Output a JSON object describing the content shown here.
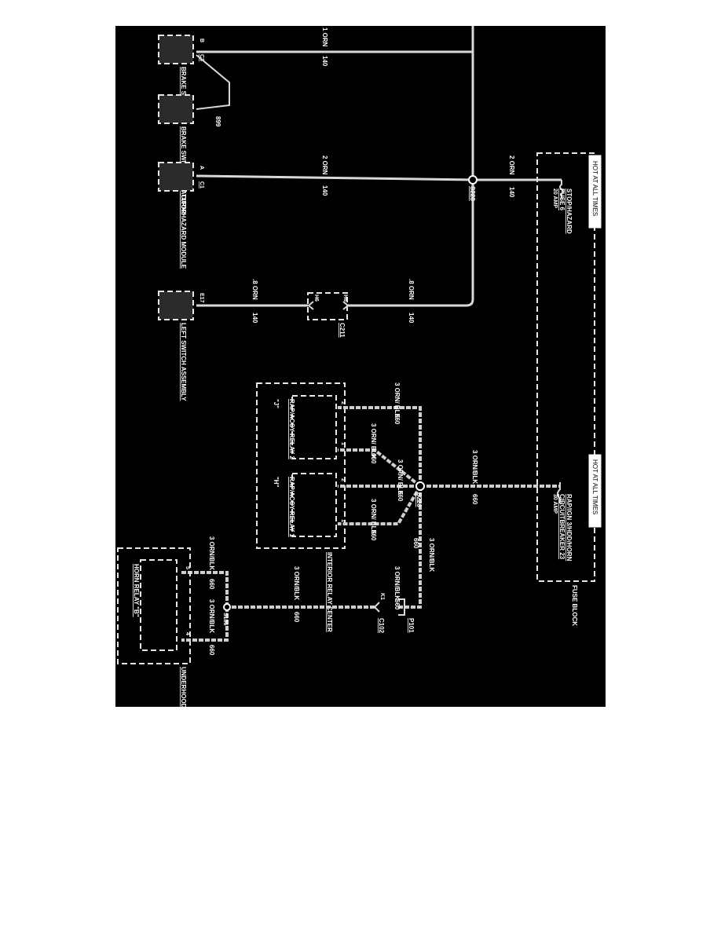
{
  "hot_labels": [
    "HOT AT ALL TIMES",
    "HOT AT ALL TIMES"
  ],
  "fuse_block": {
    "label": "FUSE BLOCK",
    "fuse": {
      "name": "STOP/HAZARD",
      "id": "FUSE 6",
      "rating": "20 AMP"
    },
    "breaker": {
      "name": "RAP/IGN 3/HDD/HORN",
      "id": "CIRCUITBREAKER 23",
      "rating": "30 AMP"
    }
  },
  "components": {
    "brake_switch": {
      "name": "BRAKE SWITCH",
      "pin": "B",
      "connector": "C3"
    },
    "brake_switch_capacitor": {
      "name": "BRAKE SWITCH CAPACITOR"
    },
    "turn_hazard_module": {
      "name": "TURN/HAZARD MODULE",
      "pin": "A",
      "connector": "C1"
    },
    "left_switch_assembly": {
      "name": "LEFT SWITCH ASSEMBLY",
      "pin": "E17"
    },
    "interior_relay_center": {
      "name": "INTERIOR RELAY CENTER"
    },
    "rap_relay_2": {
      "name": "RAP/ACCY RELAY 2",
      "tag": "\"J\"",
      "pin_top": "2",
      "pin_bottom": "1"
    },
    "rap_relay_1": {
      "name": "RAP/ACCY RELAY 1",
      "tag": "\"H\"",
      "pin_top": "2",
      "pin_bottom": "1"
    },
    "underhood_relay_center": {
      "name": "UNDERHOOD RELAY CENTER"
    },
    "horn_relay": {
      "name": "HORN RELAY \"B\"",
      "pin_top": "5",
      "pin_bottom": "4"
    }
  },
  "connectors": {
    "c211": {
      "name": "C211",
      "pin_a": "H6",
      "pin_b": "H6"
    },
    "c102": {
      "name": "C102",
      "pin": "K1"
    },
    "p101": {
      "name": "P101"
    }
  },
  "splices": {
    "s228": "S228",
    "s226": "S226",
    "s106": "S106"
  },
  "wires": {
    "w1": {
      "color": "1 ORN",
      "circuit": "140"
    },
    "w2": {
      "color": "2 ORN",
      "circuit": "140"
    },
    "w3": {
      "color": "2 ORN",
      "circuit": "140"
    },
    "w4": {
      "color": ".8 ORN",
      "circuit": "140"
    },
    "w5": {
      "color": ".8 ORN",
      "circuit": "140"
    },
    "w6": {
      "circuit": "899"
    },
    "b1": {
      "color": "3 ORN/BLK",
      "circuit": "660"
    },
    "b2": {
      "color": "3 ORN/ BLK",
      "circuit": "660"
    },
    "b3": {
      "color": "3 ORN/ BLK",
      "circuit": "660"
    },
    "b4": {
      "color": "3 ORN/ BLK",
      "circuit": "660"
    },
    "b5": {
      "color": "3 ORN/ BLK",
      "circuit": "660"
    },
    "b6": {
      "color": "3 ORN/BLK",
      "circuit": "660"
    },
    "b7": {
      "color": "3 ORN/BLK",
      "circuit": "660"
    },
    "b8": {
      "color": "3 ORN/BLK",
      "circuit": "660"
    },
    "b9": {
      "color": "3 ORN/BLK",
      "circuit": "660"
    },
    "b10": {
      "color": "3 ORN/BLK",
      "circuit": "660"
    }
  }
}
